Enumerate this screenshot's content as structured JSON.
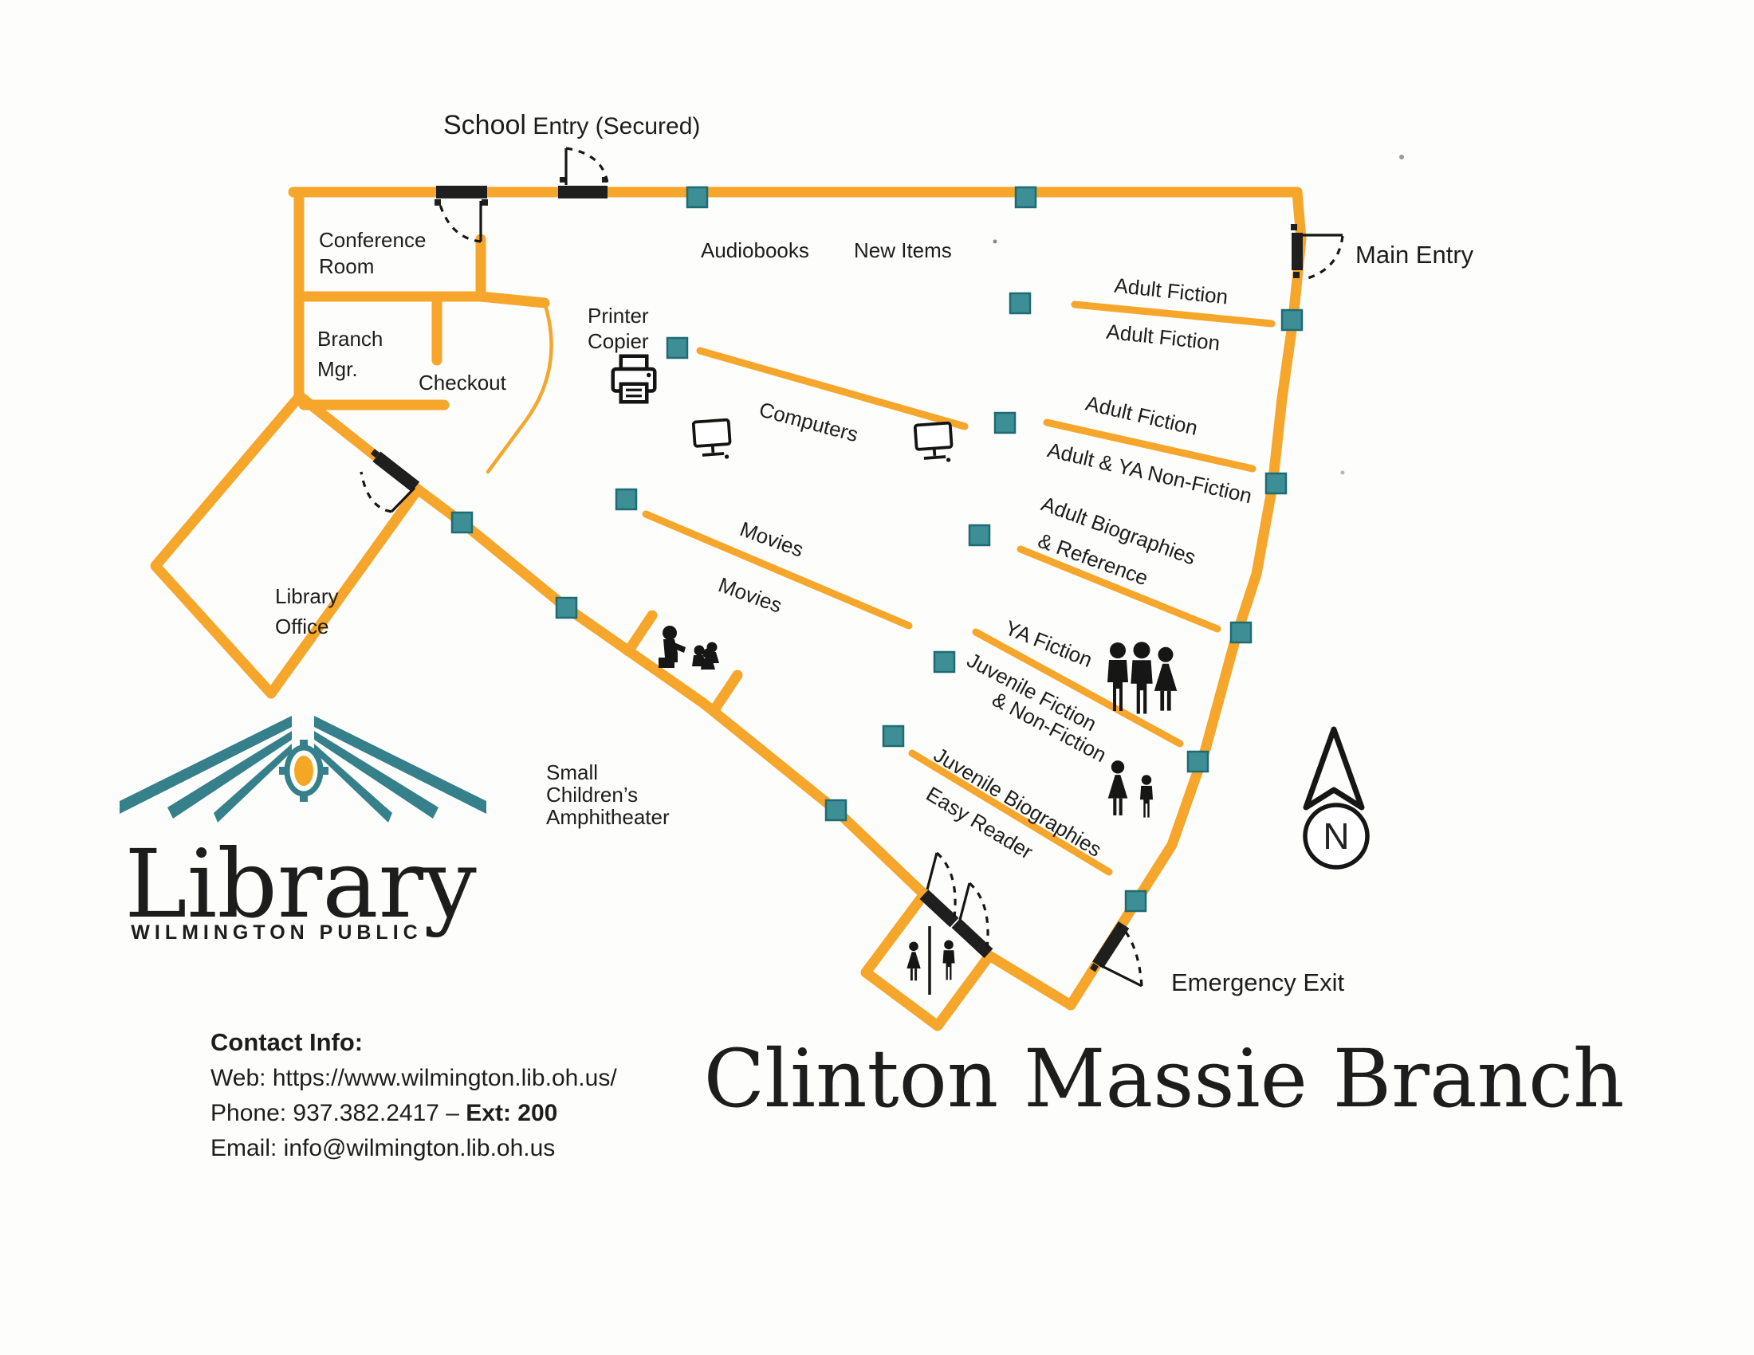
{
  "title": "Clinton Massie Branch",
  "entries": {
    "school_a": "School",
    "school_b": " Entry (Secured)",
    "main": "Main Entry",
    "emergency": "Emergency Exit"
  },
  "rooms": {
    "conference": {
      "line1": "Conference",
      "line2": "Room"
    },
    "branch_mgr": {
      "line1": "Branch",
      "line2": "Mgr."
    },
    "checkout": "Checkout",
    "library_office": {
      "line1": "Library",
      "line2": "Office"
    },
    "amphitheater": {
      "line1": "Small",
      "line2": "Children’s",
      "line3": "Amphitheater"
    }
  },
  "areas": {
    "audiobooks": "Audiobooks",
    "new_items": "New Items",
    "printer": {
      "line1": "Printer",
      "line2": "Copier"
    },
    "computers": "Computers",
    "movies_a": "Movies",
    "movies_b": "Movies",
    "adult_fiction_a": "Adult Fiction",
    "adult_fiction_b": "Adult Fiction",
    "adult_fiction_c": "Adult Fiction",
    "adult_ya_nonfiction": "Adult & YA Non-Fiction",
    "adult_bio": {
      "line1": "Adult Biographies",
      "line2": "& Reference"
    },
    "ya_fiction": "YA Fiction",
    "juvenile_fiction": {
      "line1": "Juvenile Fiction",
      "line2": "& Non-Fiction"
    },
    "juvenile_bio": "Juvenile Biographies",
    "easy_reader": "Easy Reader"
  },
  "compass": {
    "letter": "N"
  },
  "logo": {
    "name": "Library",
    "subtitle": "WILMINGTON PUBLIC"
  },
  "contact": {
    "heading": "Contact Info:",
    "web": "Web: https://www.wilmington.lib.oh.us/",
    "phone_prefix": "Phone: 937.382.2417 – ",
    "phone_ext": "Ext: 200",
    "email": "Email: info@wilmington.lib.oh.us"
  },
  "colors": {
    "wall_orange": "#F5A62B",
    "pillar_teal": "#3E8E96",
    "brand_teal": "#35808B",
    "brand_orange": "#F5A623",
    "ink": "#1d1d1d"
  }
}
